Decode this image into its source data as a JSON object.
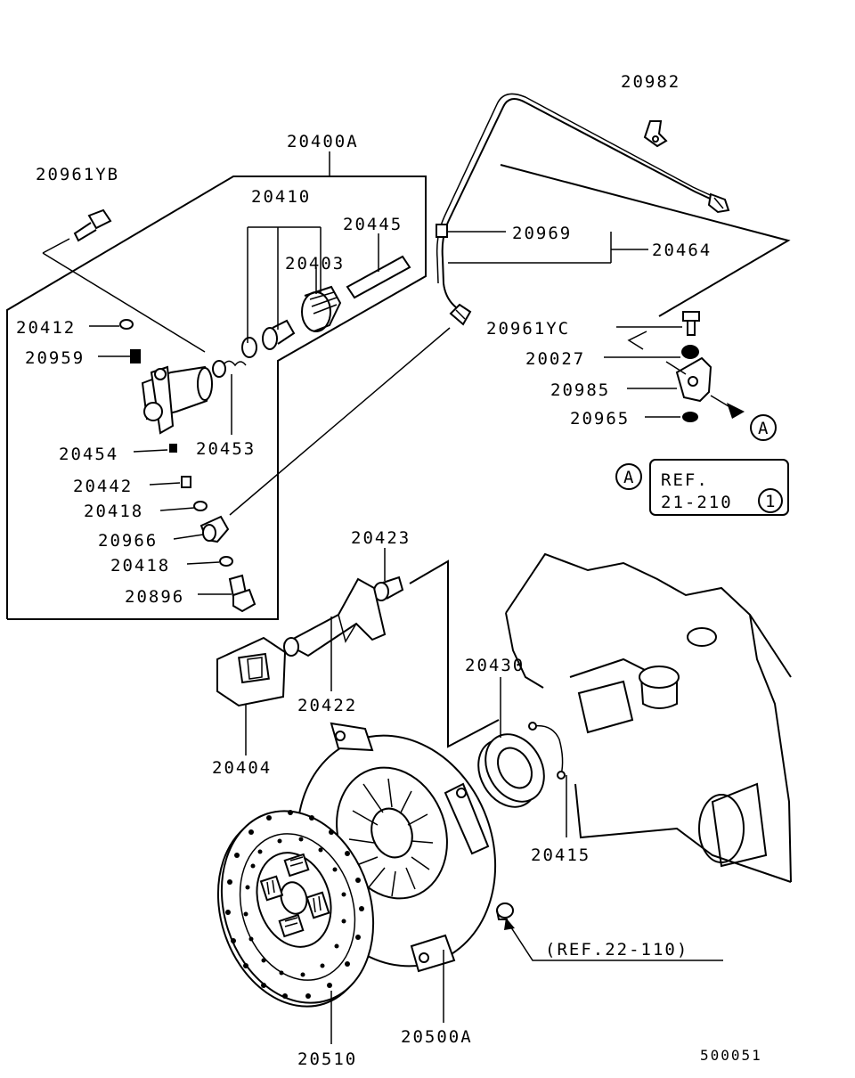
{
  "parts": {
    "p20982": "20982",
    "p20400A": "20400A",
    "p20961YB": "20961YB",
    "p20410": "20410",
    "p20445": "20445",
    "p20403": "20403",
    "p20969": "20969",
    "p20464": "20464",
    "p20412": "20412",
    "p20959": "20959",
    "p20961YC": "20961YC",
    "p20027": "20027",
    "p20985": "20985",
    "p20965": "20965",
    "p20454": "20454",
    "p20453": "20453",
    "p20442": "20442",
    "p20418a": "20418",
    "p20966": "20966",
    "p20418b": "20418",
    "p20896": "20896",
    "p20423": "20423",
    "p20430": "20430",
    "p20422": "20422",
    "p20404": "20404",
    "p20415": "20415",
    "p20510": "20510",
    "p20500A": "20500A"
  },
  "refs": {
    "marker_a": "A",
    "ref_box_line1": "REF.",
    "ref_box_line2": "21-210",
    "ref_box_circle": "1",
    "ref_22110": "(REF.22-110)"
  },
  "diagram_id": "500051"
}
